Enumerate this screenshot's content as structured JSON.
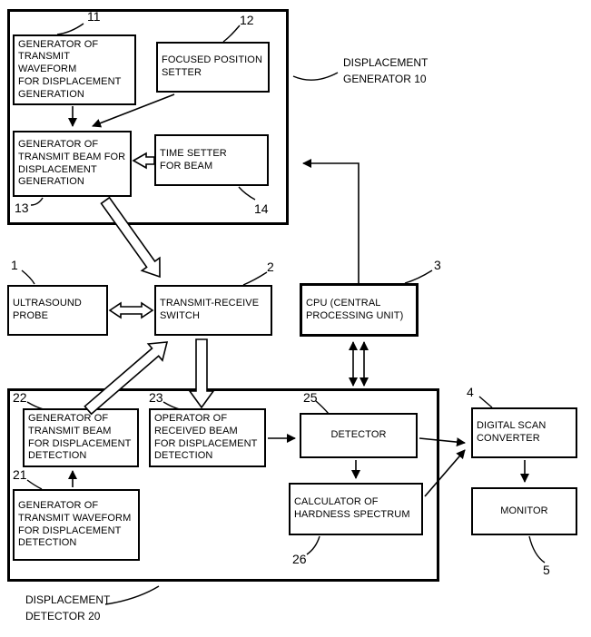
{
  "figure": {
    "groups": {
      "generator": {
        "label": "DISPLACEMENT\nGENERATOR 10"
      },
      "detector": {
        "label": "DISPLACEMENT\nDETECTOR 20"
      }
    },
    "boxes": {
      "b11": {
        "ref": "11",
        "label": "GENERATOR OF\nTRANSMIT WAVEFORM\nFOR DISPLACEMENT\nGENERATION"
      },
      "b12": {
        "ref": "12",
        "label": "FOCUSED POSITION\nSETTER"
      },
      "b13": {
        "ref": "13",
        "label": "GENERATOR OF\nTRANSMIT BEAM FOR\nDISPLACEMENT\nGENERATION"
      },
      "b14": {
        "ref": "14",
        "label": "TIME SETTER\nFOR BEAM"
      },
      "b1": {
        "ref": "1",
        "label": "ULTRASOUND\nPROBE"
      },
      "b2": {
        "ref": "2",
        "label": "TRANSMIT-RECEIVE\nSWITCH"
      },
      "b3": {
        "ref": "3",
        "label": "CPU (CENTRAL\nPROCESSING UNIT)"
      },
      "b22": {
        "ref": "22",
        "label": "GENERATOR OF\nTRANSMIT BEAM\nFOR DISPLACEMENT\nDETECTION"
      },
      "b23": {
        "ref": "23",
        "label": "OPERATOR OF\nRECEIVED BEAM\nFOR DISPLACEMENT\nDETECTION"
      },
      "b25": {
        "ref": "25",
        "label": "DETECTOR"
      },
      "b21": {
        "ref": "21",
        "label": "GENERATOR OF\nTRANSMIT WAVEFORM\nFOR DISPLACEMENT\nDETECTION"
      },
      "b26": {
        "ref": "26",
        "label": "CALCULATOR OF\nHARDNESS SPECTRUM"
      },
      "b4": {
        "ref": "4",
        "label": "DIGITAL SCAN\nCONVERTER"
      },
      "b5": {
        "ref": "5",
        "label": "MONITOR"
      }
    }
  }
}
